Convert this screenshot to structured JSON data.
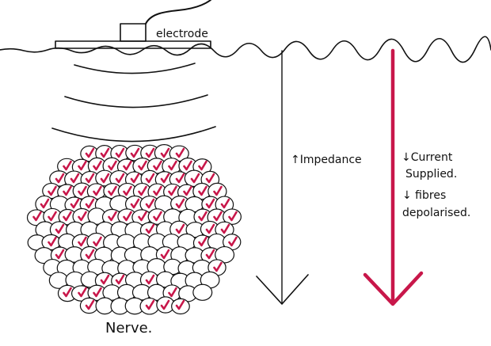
{
  "labels": {
    "electrode": "electrode",
    "impedance": "↑Impedance",
    "current_line1": "↓Current",
    "current_line2": "Supplied.",
    "fibres_line1": "↓ fibres",
    "fibres_line2": "depolarised.",
    "nerve": "Nerve."
  },
  "colors": {
    "ink": "#111111",
    "accent": "#c8174a"
  }
}
